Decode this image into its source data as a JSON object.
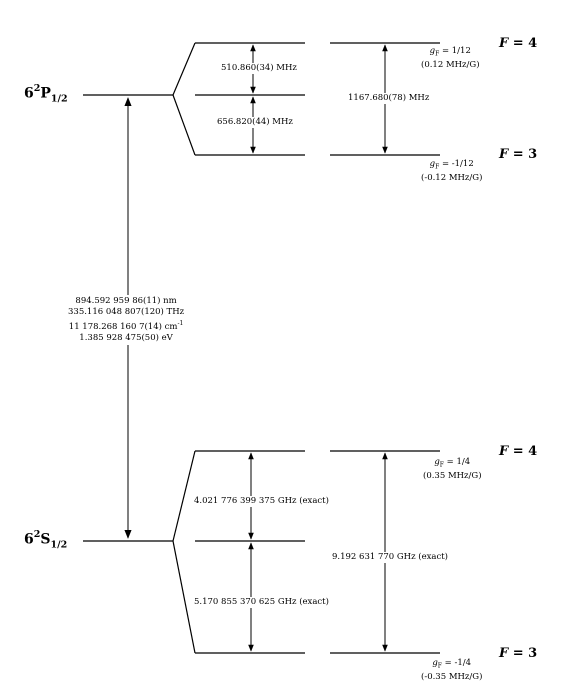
{
  "upper_state": {
    "label_main": "6",
    "label_sup": "2",
    "label_letter": "P",
    "label_sub": "1/2"
  },
  "lower_state": {
    "label_main": "6",
    "label_sup": "2",
    "label_letter": "S",
    "label_sub": "1/2"
  },
  "upper_levels": {
    "F4": {
      "F_prefix": "F",
      "F_value": "= 4",
      "g_symbol": "g",
      "g_sub": "F",
      "g_value": " = 1/12",
      "shift": "(0.12 MHz/G)"
    },
    "F3": {
      "F_prefix": "F",
      "F_value": "= 3",
      "g_symbol": "g",
      "g_sub": "F",
      "g_value": " = -1/12",
      "shift": "(-0.12 MHz/G)"
    },
    "split_upper": "510.860(34) MHz",
    "split_lower": "656.820(44) MHz",
    "total": "1167.680(78) MHz"
  },
  "lower_levels": {
    "F4": {
      "F_prefix": "F",
      "F_value": "= 4",
      "g_symbol": "g",
      "g_sub": "F",
      "g_value": " = 1/4",
      "shift": "(0.35 MHz/G)"
    },
    "F3": {
      "F_prefix": "F",
      "F_value": "= 3",
      "g_symbol": "g",
      "g_sub": "F",
      "g_value": " = -1/4",
      "shift": "(-0.35 MHz/G)"
    },
    "split_upper": "4.021 776 399 375 GHz (exact)",
    "split_lower": "5.170 855 370 625 GHz (exact)",
    "total": "9.192 631 770 GHz (exact)"
  },
  "transition": {
    "wavelength": "894.592 959 86(11) nm",
    "frequency": "335.116 048 807(120) THz",
    "wavenumber": "11 178.268 160 7(14) cm",
    "wavenumber_sup": "-1",
    "energy": "1.385 928 475(50) eV"
  }
}
